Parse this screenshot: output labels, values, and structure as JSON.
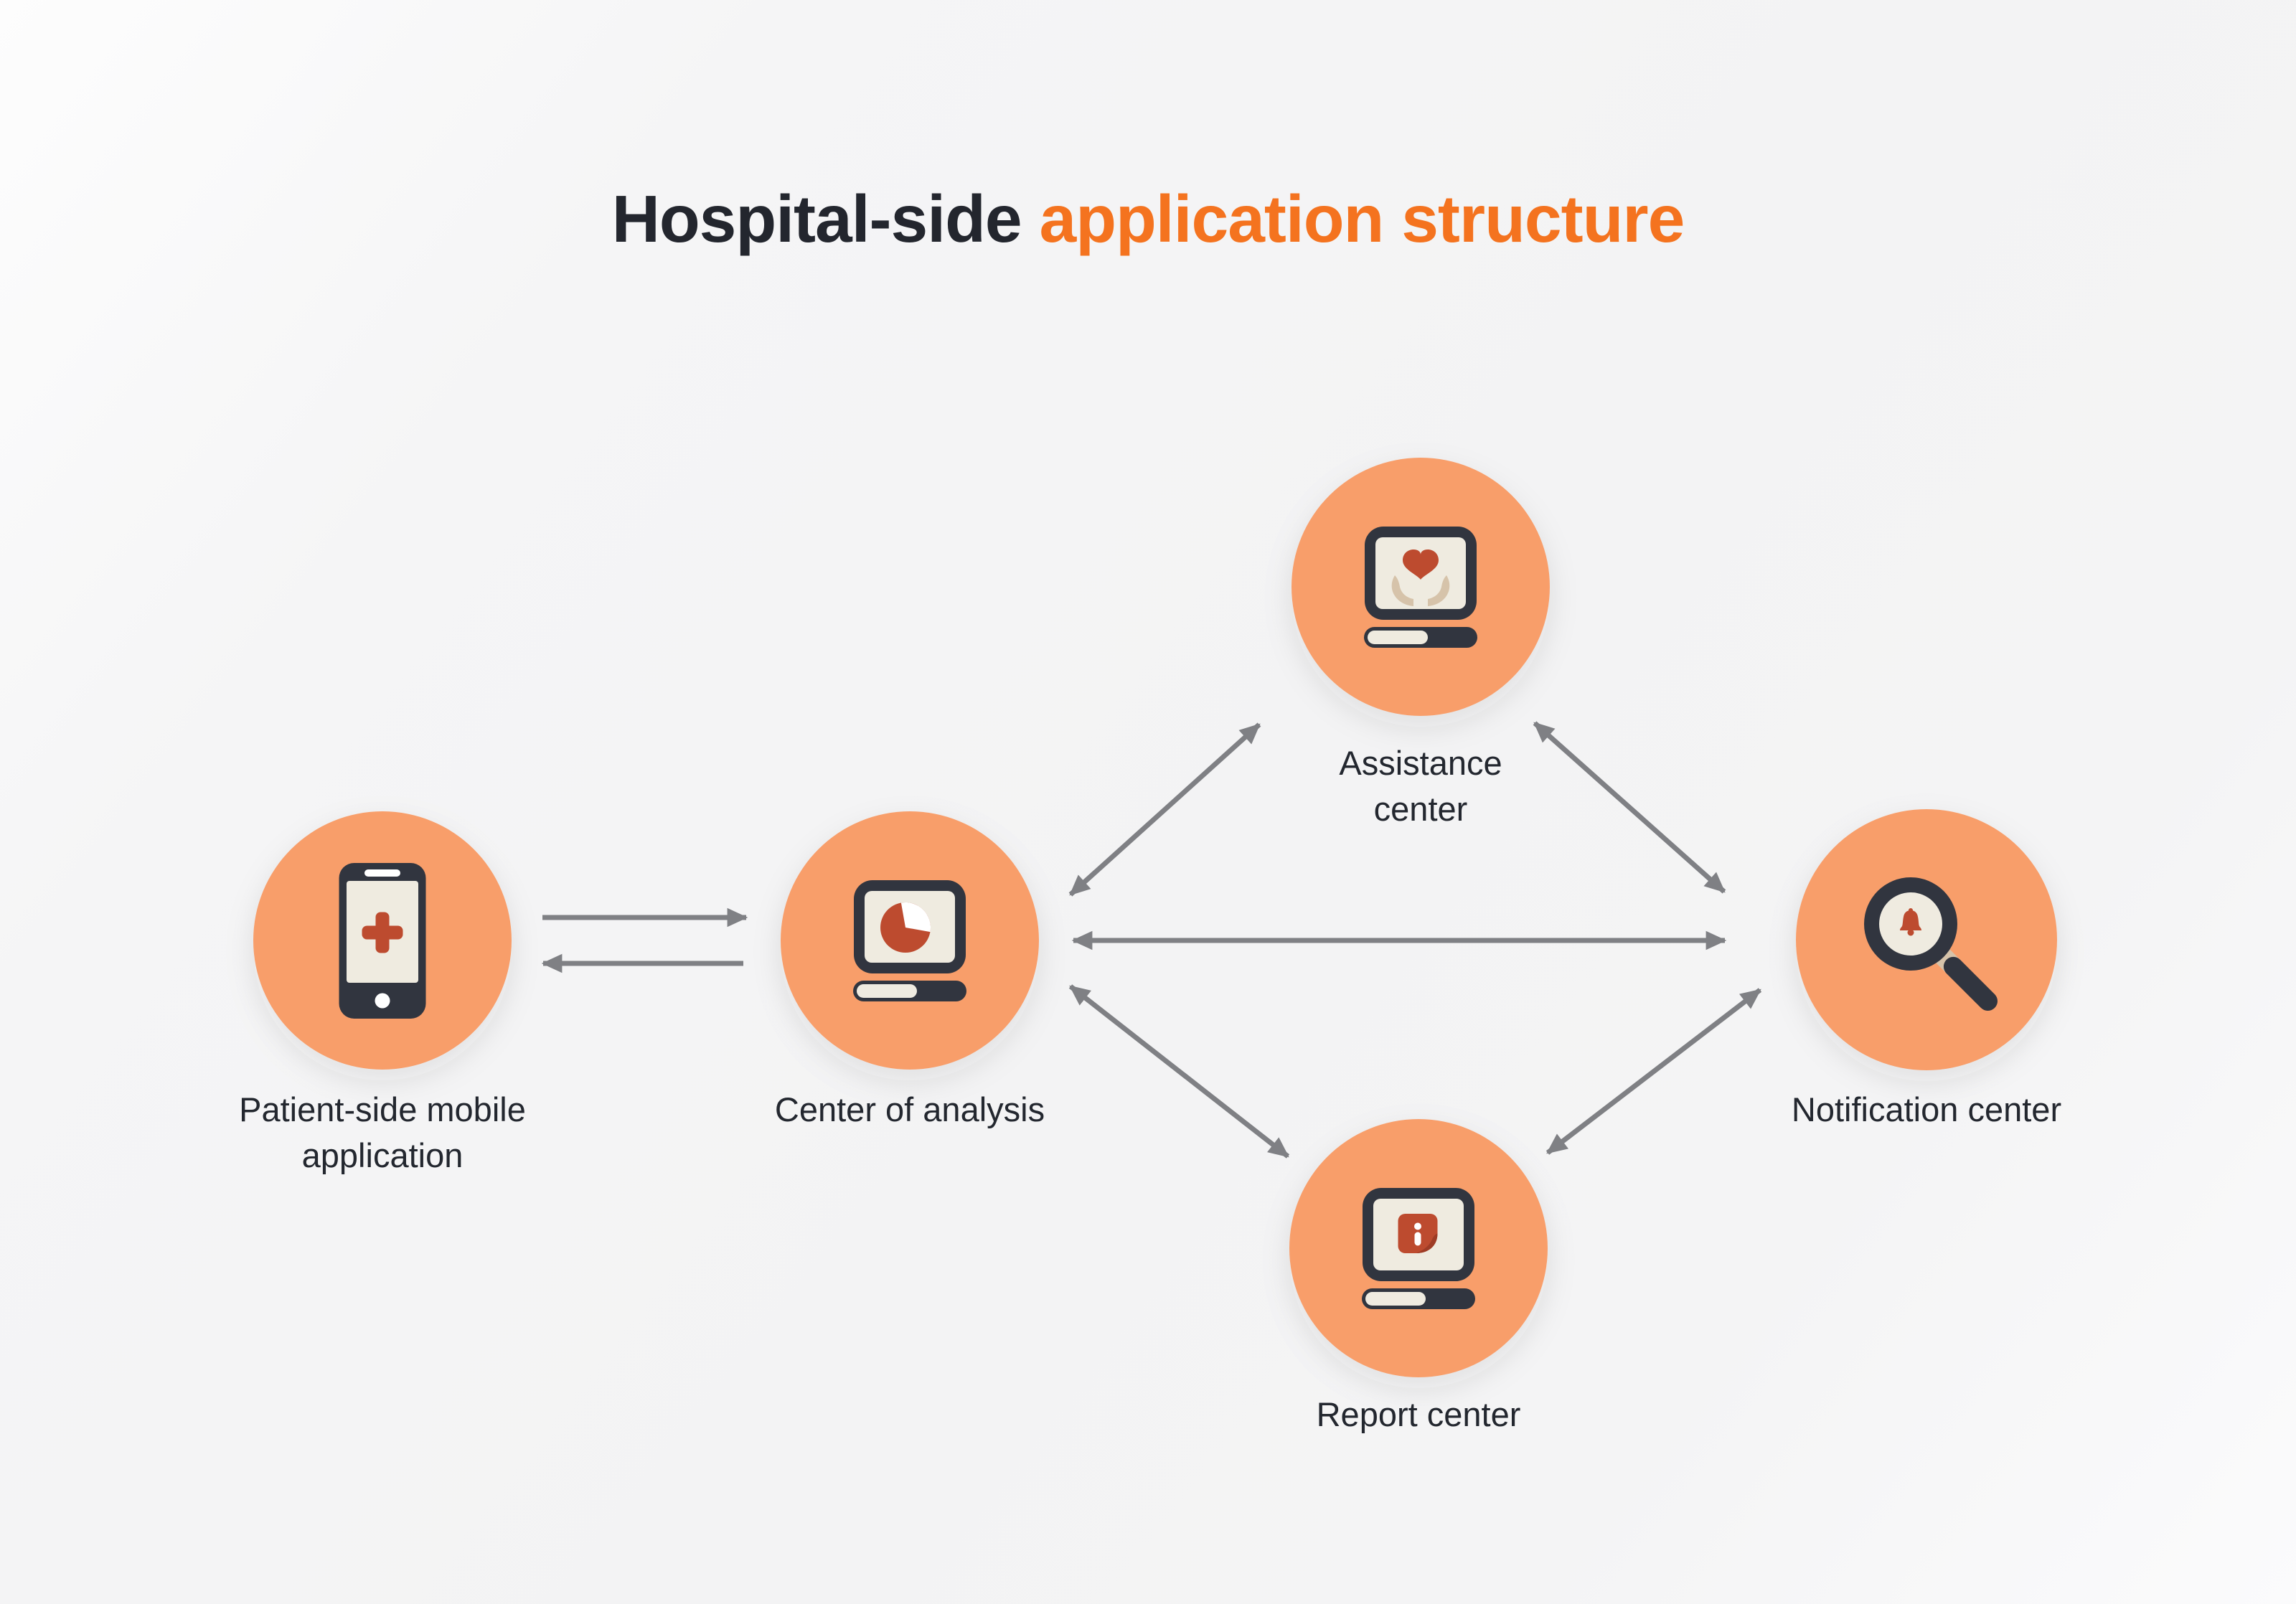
{
  "title": {
    "part1": "Hospital-side",
    "part2": "application structure"
  },
  "nodes": [
    {
      "id": "patient-mobile-app",
      "label_lines": [
        "Patient-side mobile",
        "application"
      ],
      "icon": "medical-phone-icon"
    },
    {
      "id": "center-of-analysis",
      "label_lines": [
        "Center of analysis"
      ],
      "icon": "computer-pie-chart-icon"
    },
    {
      "id": "assistance-center",
      "label_lines": [
        "Assistance",
        "center"
      ],
      "icon": "computer-heart-hands-icon"
    },
    {
      "id": "report-center",
      "label_lines": [
        "Report center"
      ],
      "icon": "computer-info-note-icon"
    },
    {
      "id": "notification-center",
      "label_lines": [
        "Notification center"
      ],
      "icon": "magnifier-bell-icon"
    }
  ],
  "connections": [
    {
      "from": "patient-mobile-app",
      "to": "center-of-analysis",
      "direction": "one-way"
    },
    {
      "from": "center-of-analysis",
      "to": "patient-mobile-app",
      "direction": "one-way"
    },
    {
      "from": "center-of-analysis",
      "to": "assistance-center",
      "direction": "two-way"
    },
    {
      "from": "center-of-analysis",
      "to": "notification-center",
      "direction": "two-way"
    },
    {
      "from": "center-of-analysis",
      "to": "report-center",
      "direction": "two-way"
    },
    {
      "from": "assistance-center",
      "to": "notification-center",
      "direction": "two-way"
    },
    {
      "from": "report-center",
      "to": "notification-center",
      "direction": "two-way"
    }
  ],
  "colors": {
    "background": "#f4f4f5",
    "title_dark": "#23262e",
    "title_accent": "#f4731f",
    "node_circle": "#f89e6b",
    "icon_dark": "#31353f",
    "icon_cream": "#efebe0",
    "icon_red": "#bd4b2f",
    "icon_red_dark": "#9e3c26",
    "icon_tan": "#d6c3aa",
    "arrow_gray": "#7f8084",
    "label_text": "#23272f"
  }
}
